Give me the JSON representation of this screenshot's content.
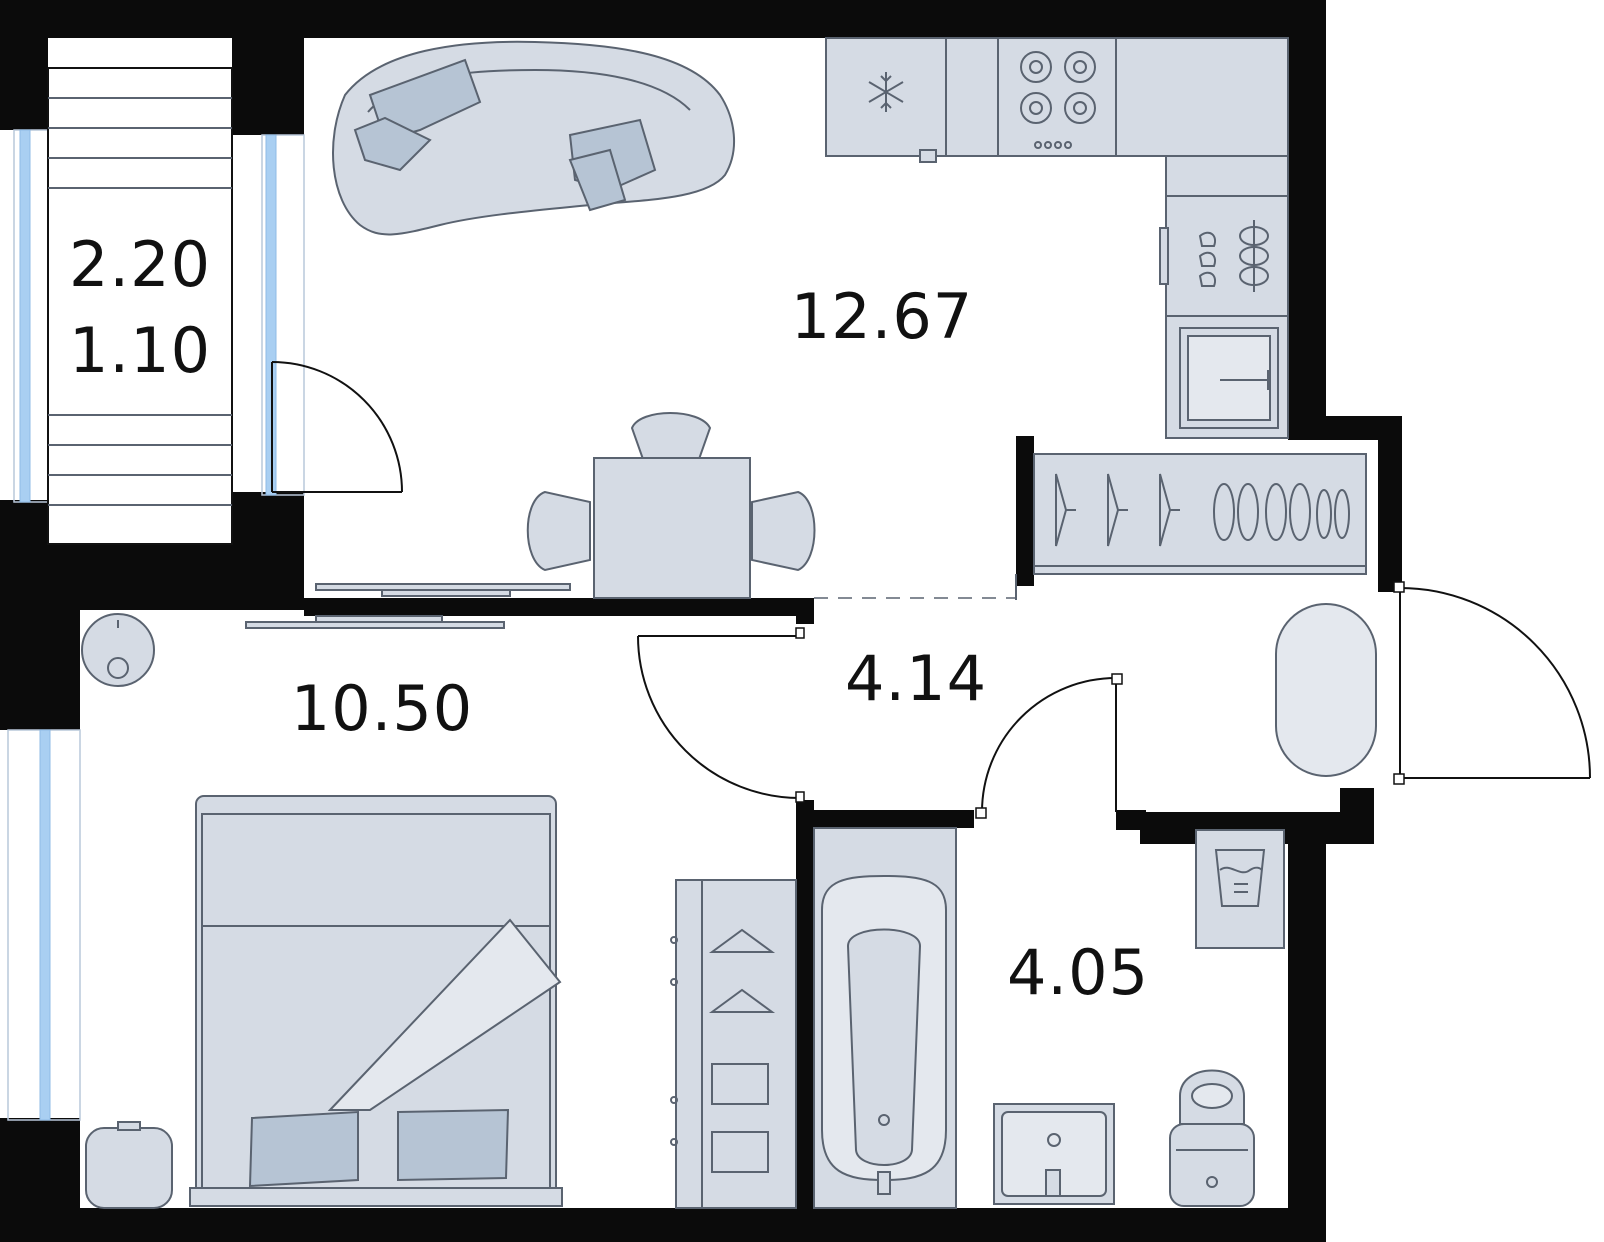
{
  "rooms": {
    "balcony": {
      "area": "2.20",
      "area_alt": "1.10"
    },
    "kitchen_living": {
      "area": "12.67"
    },
    "bedroom": {
      "area": "10.50"
    },
    "hallway": {
      "area": "4.14"
    },
    "bathroom": {
      "area": "4.05"
    }
  },
  "colors": {
    "wall": "#0b0b0b",
    "furniture_fill": "#d5dbe4",
    "furniture_stroke": "#5a6370",
    "window_glass": "#a9cff2",
    "background": "#ffffff"
  },
  "icons": [
    "snowflake-icon",
    "hanger-icon",
    "shoe-icon"
  ]
}
